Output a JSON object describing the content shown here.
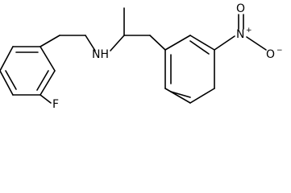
{
  "molecule": {
    "atoms": {
      "fluorine": "F",
      "amine": "NH",
      "nitro_nitrogen": "N",
      "nitro_nitrogen_charge": "+",
      "nitro_oxygen_top": "O",
      "nitro_oxygen_right": "O",
      "nitro_oxygen_charge": "−"
    }
  }
}
